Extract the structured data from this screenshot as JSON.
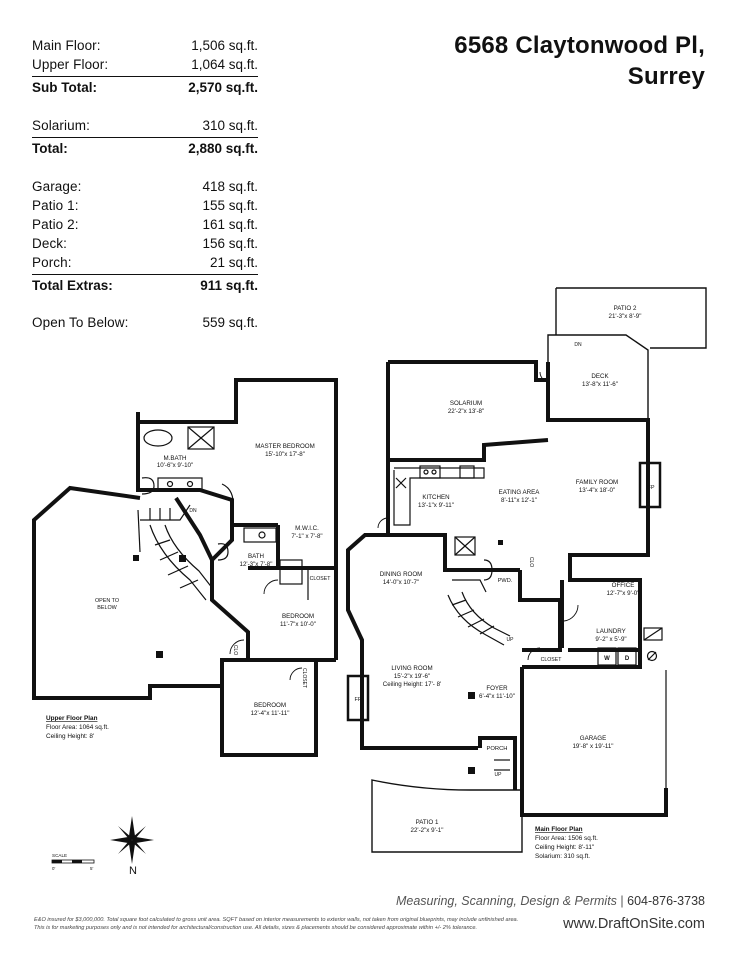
{
  "address": {
    "line1": "6568 Claytonwood Pl,",
    "line2": "Surrey"
  },
  "areas": {
    "main_floor": {
      "label": "Main Floor:",
      "value": "1,506 sq.ft."
    },
    "upper_floor": {
      "label": "Upper Floor:",
      "value": "1,064 sq.ft."
    },
    "sub_total": {
      "label": "Sub Total:",
      "value": "2,570 sq.ft."
    },
    "solarium": {
      "label": "Solarium:",
      "value": "310 sq.ft."
    },
    "total": {
      "label": "Total:",
      "value": "2,880 sq.ft."
    },
    "garage": {
      "label": "Garage:",
      "value": "418 sq.ft."
    },
    "patio1": {
      "label": "Patio 1:",
      "value": "155 sq.ft."
    },
    "patio2": {
      "label": "Patio 2:",
      "value": "161 sq.ft."
    },
    "deck": {
      "label": "Deck:",
      "value": "156 sq.ft."
    },
    "porch": {
      "label": "Porch:",
      "value": "21 sq.ft."
    },
    "total_extras": {
      "label": "Total Extras:",
      "value": "911 sq.ft."
    },
    "open_to_below": {
      "label": "Open To Below:",
      "value": "559 sq.ft."
    }
  },
  "upper_plan": {
    "title": "Upper Floor Plan",
    "area": "Floor Area: 1064 sq.ft.",
    "ceiling": "Ceiling Height: 8'",
    "rooms": {
      "mbath_name": "M.BATH",
      "mbath_dim": "10'-6\"x 9'-10\"",
      "master_name": "MASTER BEDROOM",
      "master_dim": "15'-10\"x 17'-8\"",
      "mwic_name": "M.W.I.C.",
      "mwic_dim": "7'-1\" x 7'-8\"",
      "bath_name": "BATH",
      "bath_dim": "12'-3\"x 7'-8\"",
      "closet": "CLOSET",
      "bed2_name": "BEDROOM",
      "bed2_dim": "11'-7\"x 10'-0\"",
      "clo": "CLO",
      "bed3_name": "BEDROOM",
      "bed3_dim": "12'-4\"x 11'-11\"",
      "open_line1": "OPEN TO",
      "open_line2": "BELOW",
      "dn": "DN"
    }
  },
  "main_plan": {
    "title": "Main Floor Plan",
    "area": "Floor Area: 1506 sq.ft.",
    "ceiling": "Ceiling Height: 8'-11\"",
    "solarium": "Solarium: 310 sq.ft.",
    "rooms": {
      "patio2_name": "PATIO 2",
      "patio2_dim": "21'-3\"x 8'-9\"",
      "dn": "DN",
      "deck_name": "DECK",
      "deck_dim": "13'-8\"x 11'-6\"",
      "solarium_name": "SOLARIUM",
      "solarium_dim": "22'-2\"x 13'-8\"",
      "family_name": "FAMILY ROOM",
      "family_dim": "13'-4\"x 18'-0\"",
      "fp": "FP",
      "kitchen_name": "KITCHEN",
      "kitchen_dim": "13'-1\"x 9'-11\"",
      "eating_name": "EATING AREA",
      "eating_dim": "8'-11\"x 12'-1\"",
      "dining_name": "DINING ROOM",
      "dining_dim": "14'-0\"x 10'-7\"",
      "pwd": "PWD.",
      "clo": "CLO",
      "office_name": "OFFICE",
      "office_dim": "12'-7\"x 9'-0\"",
      "up": "UP",
      "laundry_name": "LAUNDRY",
      "laundry_dim": "9'-2\" x 5'-9\"",
      "closet": "CLOSET",
      "w": "W",
      "d": "D",
      "living_name": "LIVING ROOM",
      "living_dim": "15'-2\"x 19'-6\"",
      "living_ceiling": "Ceiling Height: 17'- 8'",
      "foyer_name": "FOYER",
      "foyer_dim": "6'-4\"x 11'-10\"",
      "garage_name": "GARAGE",
      "garage_dim": "19'-8\" x 19'-11\"",
      "porch_name": "PORCH",
      "patio1_name": "PATIO 1",
      "patio1_dim": "22'-2\"x 9'-1\""
    }
  },
  "scale": {
    "label": "SCALE",
    "zero": "0'",
    "five": "5'"
  },
  "compass_n": "N",
  "footer": {
    "tagline": "Measuring, Scanning, Design & Permits",
    "sep": "|",
    "phone": "604-876-3738",
    "disclaimer1": "E&O insured for $3,000,000.  Total square foot calculated to gross unit area. SQFT based on interior measurements to exterior walls, not taken from original blueprints, may include unfinished area.",
    "disclaimer2": "This is for marketing purposes only and is not intended for architectural/construction use.  All details, sizes & placements should be considered approximate within +/- 2% tolerance.",
    "website": "www.DraftOnSite.com"
  },
  "colors": {
    "wall": "#111111",
    "text": "#111111",
    "footer_text": "#555555"
  }
}
